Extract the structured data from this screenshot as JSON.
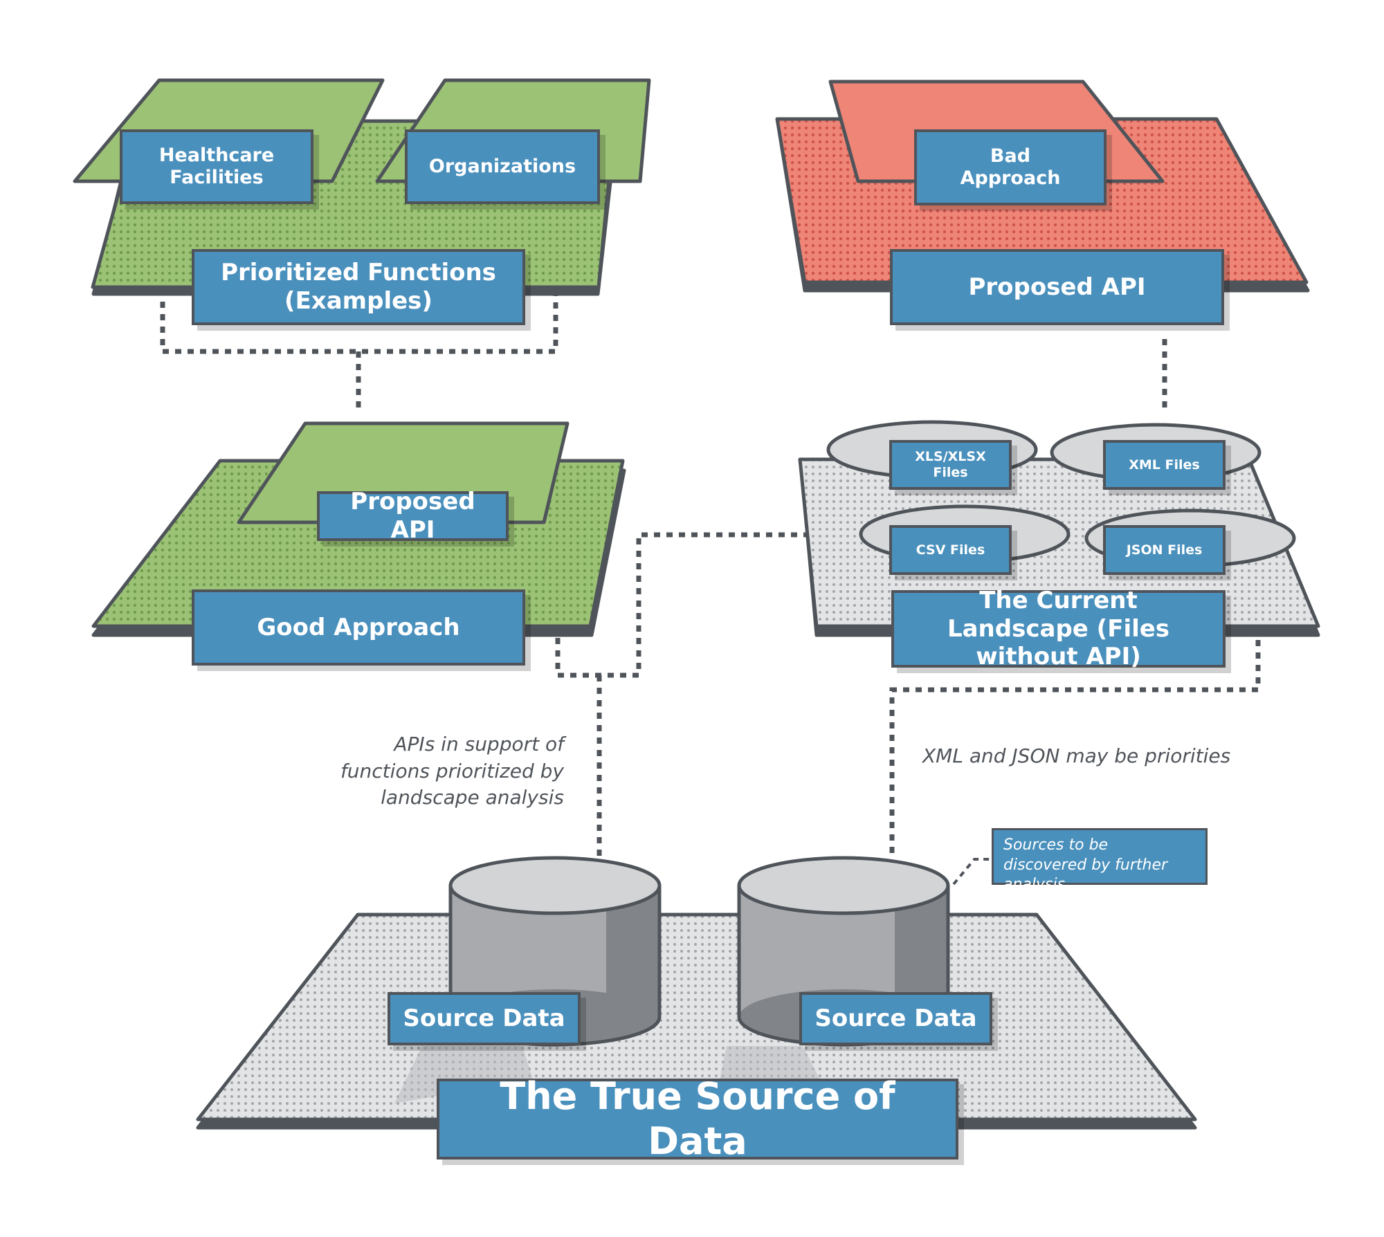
{
  "colors": {
    "box_fill": "#4a90bd",
    "outline": "#4f545a",
    "green_plane": "#9cc275",
    "green_dots": "#78a556",
    "red_plane": "#ee8577",
    "red_dots": "#d95a50",
    "gray_plane": "#e3e4e6",
    "cylinder_body": "#a8aaad",
    "cylinder_shade": "#818488",
    "cylinder_top": "#d2d4d6"
  },
  "top_left": {
    "card_healthcare": "Healthcare Facilities",
    "card_organizations": "Organizations",
    "base_label": "Prioritized Functions (Examples)"
  },
  "top_right": {
    "card_label": "Bad Approach",
    "base_label": "Proposed API"
  },
  "middle_left": {
    "card_label": "Proposed API",
    "base_label": "Good Approach"
  },
  "middle_right": {
    "files": [
      "XLS/XLSX Files",
      "XML Files",
      "CSV Files",
      "JSON Files"
    ],
    "base_label": "The Current Landscape (Files without API)"
  },
  "notes": {
    "left_note": "APIs in support of functions prioritized by landscape analysis",
    "right_note": "XML and JSON may be priorities",
    "callout": "Sources to be discovered by further analysis"
  },
  "bottom": {
    "source_left": "Source Data",
    "source_right": "Source Data",
    "title": "The True Source of Data"
  }
}
